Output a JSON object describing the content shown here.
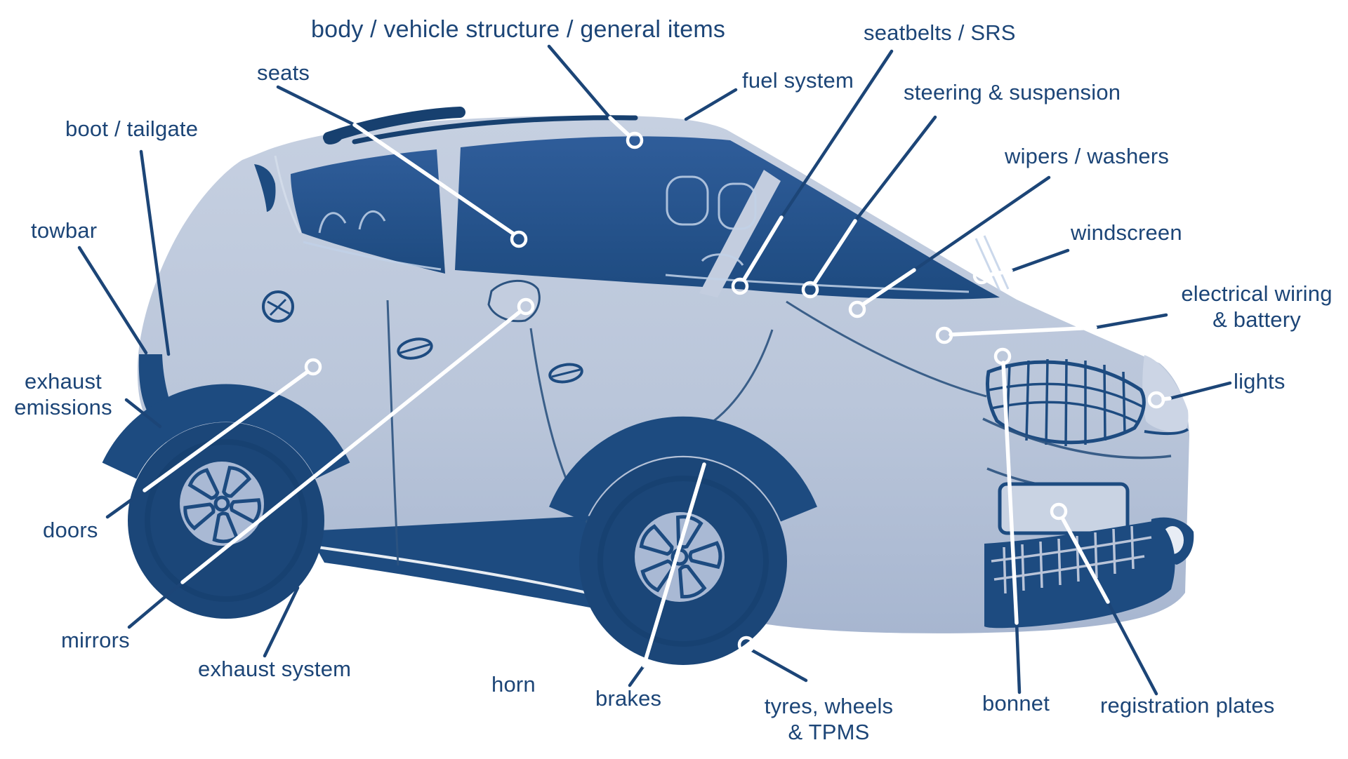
{
  "diagram_title": "car parts / MOT checklist diagram",
  "colors": {
    "background": "#ffffff",
    "label_text": "#1c4577",
    "leader_dark": "#1c4577",
    "leader_light": "#ffffff",
    "car_body_light": "#c3cddf",
    "car_body_shade": "#a9b8d2",
    "car_navy": "#1d4b80",
    "car_navy_dark": "#17406f",
    "glass_top": "#2f5d9a",
    "glass_bottom": "#1d4a7f",
    "wheel_hub": "#a9b9d4"
  },
  "labels": [
    {
      "id": "body-structure",
      "text": "body / vehicle structure / general items"
    },
    {
      "id": "seats",
      "text": "seats"
    },
    {
      "id": "fuel-system",
      "text": "fuel system"
    },
    {
      "id": "seatbelts-srs",
      "text": "seatbelts / SRS"
    },
    {
      "id": "steering-suspension",
      "text": "steering & suspension"
    },
    {
      "id": "wipers-washers",
      "text": "wipers / washers"
    },
    {
      "id": "windscreen",
      "text": "windscreen"
    },
    {
      "id": "electrical-wiring-battery",
      "text": "electrical wiring\n& battery"
    },
    {
      "id": "lights",
      "text": "lights"
    },
    {
      "id": "boot-tailgate",
      "text": "boot / tailgate"
    },
    {
      "id": "towbar",
      "text": "towbar"
    },
    {
      "id": "exhaust-emissions",
      "text": "exhaust\nemissions"
    },
    {
      "id": "doors",
      "text": "doors"
    },
    {
      "id": "mirrors",
      "text": "mirrors"
    },
    {
      "id": "exhaust-system",
      "text": "exhaust system"
    },
    {
      "id": "horn",
      "text": "horn"
    },
    {
      "id": "brakes",
      "text": "brakes"
    },
    {
      "id": "tyres-wheels-tpms",
      "text": "tyres, wheels\n& TPMS"
    },
    {
      "id": "bonnet",
      "text": "bonnet"
    },
    {
      "id": "registration-plates",
      "text": "registration plates"
    }
  ]
}
